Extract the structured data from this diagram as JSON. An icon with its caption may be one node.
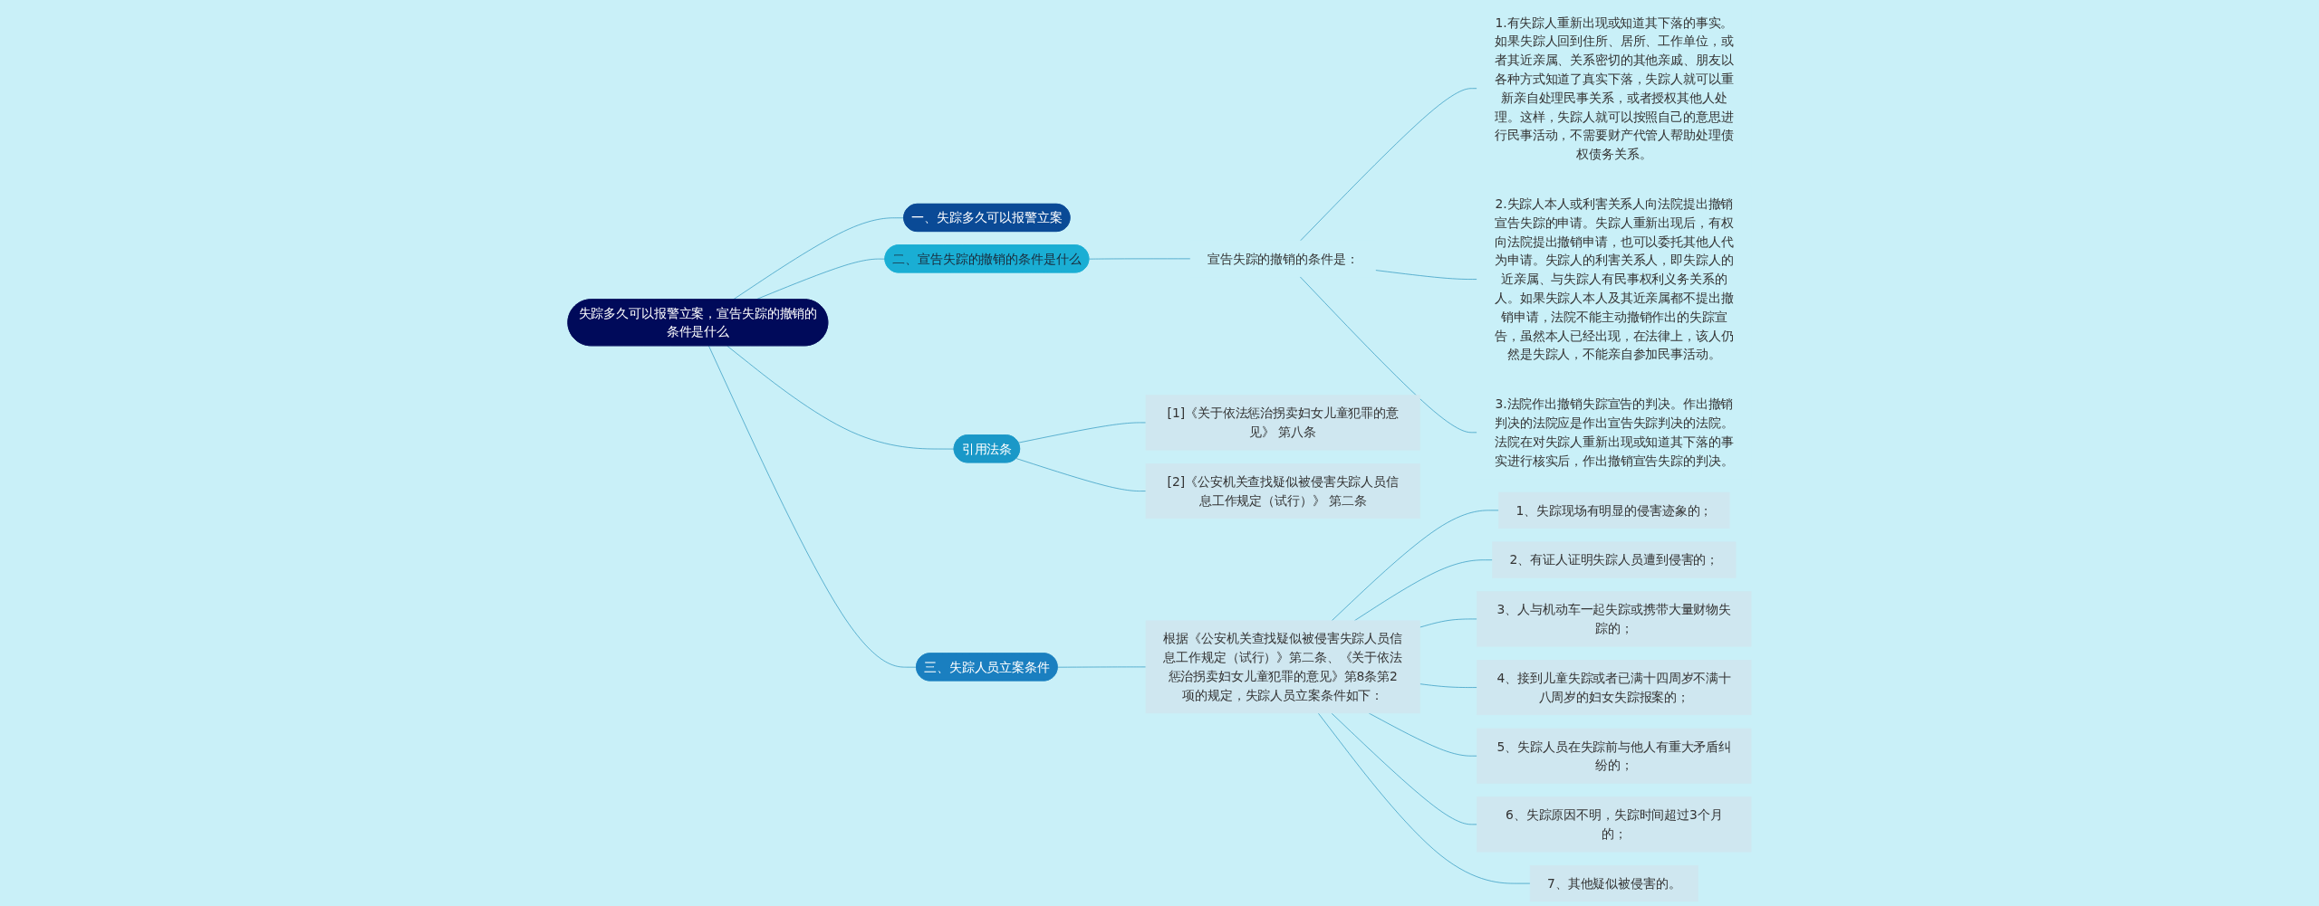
{
  "diagram": {
    "nodes": [
      {
        "text": [
          "失踪多久可以报警立案，宣告失踪的撤销的条件是什么"
        ]
      },
      {
        "text": [
          "一、失踪多久可以报警立案"
        ]
      },
      {
        "text": [
          "二、宣告失踪的撤销的条件是什么"
        ]
      },
      {
        "text": [
          "宣告失踪的撤销的条件是："
        ]
      },
      {
        "text": [
          "1.有失踪人重新出现或知道其下落的事实。如果失踪人回到住所、居所、工作单位，或者其近亲属、关系密切的其他亲戚、朋友以各种方式知道了真实下落，失踪人就可以重新亲自处理民事关系，或者授权其他人处理。这样，失踪人就可以按照自己的意思进行民事活动，不需要财产代管人帮助处理债权债务关系。"
        ]
      },
      {
        "text": [
          "2.失踪人本人或利害关系人向法院提出撤销宣告失踪的申请。失踪人重新出现后，有权向法院提出撤销申请，也可以委托其他人代为申请。失踪人的利害关系人，即失踪人的近亲属、与失踪人有民事权利义务关系的人。如果失踪人本人及其近亲属都不提出撤销申请，法院不能主动撤销作出的失踪宣告，虽然本人已经出现，在法律上，该人仍然是失踪人，不能亲自参加民事活动。"
        ]
      },
      {
        "text": [
          "3.法院作出撤销失踪宣告的判决。作出撤销判决的法院应是作出宣告失踪判决的法院。法院在对失踪人重新出现或知道其下落的事实进行核实后，作出撤销宣告失踪的判决。"
        ]
      },
      {
        "text": [
          "三、失踪人员立案条件"
        ]
      },
      {
        "text": [
          "根据《公安机关查找疑似被侵害失踪人员信息工作规定（试行）》第二条、《关于依法惩治拐卖妇女儿童犯罪的意见》第8条第2项的规定，失踪人员立案条件如下："
        ]
      },
      {
        "text": [
          "1、失踪现场有明显的侵害迹象的；"
        ]
      },
      {
        "text": [
          "2、有证人证明失踪人员遭到侵害的；"
        ]
      },
      {
        "text": [
          "3、人与机动车一起失踪或携带大量财物失踪的；"
        ]
      },
      {
        "text": [
          "4、接到儿童失踪或者已满十四周岁不满十八周岁的妇女失踪报案的；"
        ]
      },
      {
        "text": [
          "5、失踪人员在失踪前与他人有重大矛盾纠纷的；"
        ]
      },
      {
        "text": [
          "6、失踪原因不明，失踪时间超过3个月的；"
        ]
      },
      {
        "text": [
          "7、其他疑似被侵害的。"
        ]
      },
      {
        "text": [
          "引用法条"
        ]
      },
      {
        "text": [
          "[1]《关于依法惩治拐卖妇女儿童犯罪的意见》 第八条"
        ]
      },
      {
        "text": [
          "[2]《公安机关查找疑似被侵害失踪人员信息工作规定（试行）》 第二条"
        ]
      }
    ],
    "edges": [
      {
        "from": 0,
        "to": 1,
        "arrow": "none"
      },
      {
        "from": 0,
        "to": 2,
        "arrow": "none"
      },
      {
        "from": 2,
        "to": 3,
        "arrow": "none"
      },
      {
        "from": 3,
        "to": 4,
        "arrow": "none"
      },
      {
        "from": 3,
        "to": 5,
        "arrow": "none"
      },
      {
        "from": 3,
        "to": 6,
        "arrow": "none"
      },
      {
        "from": 0,
        "to": 16,
        "arrow": "none"
      },
      {
        "from": 16,
        "to": 17,
        "arrow": "none"
      },
      {
        "from": 16,
        "to": 18,
        "arrow": "none"
      },
      {
        "from": 0,
        "to": 7,
        "arrow": "none"
      },
      {
        "from": 7,
        "to": 8,
        "arrow": "none"
      },
      {
        "from": 8,
        "to": 9,
        "arrow": "none"
      },
      {
        "from": 8,
        "to": 10,
        "arrow": "none"
      },
      {
        "from": 8,
        "to": 11,
        "arrow": "none"
      },
      {
        "from": 8,
        "to": 12,
        "arrow": "none"
      },
      {
        "from": 8,
        "to": 13,
        "arrow": "none"
      },
      {
        "from": 8,
        "to": 14,
        "arrow": "none"
      },
      {
        "from": 8,
        "to": 15,
        "arrow": "none"
      }
    ]
  }
}
